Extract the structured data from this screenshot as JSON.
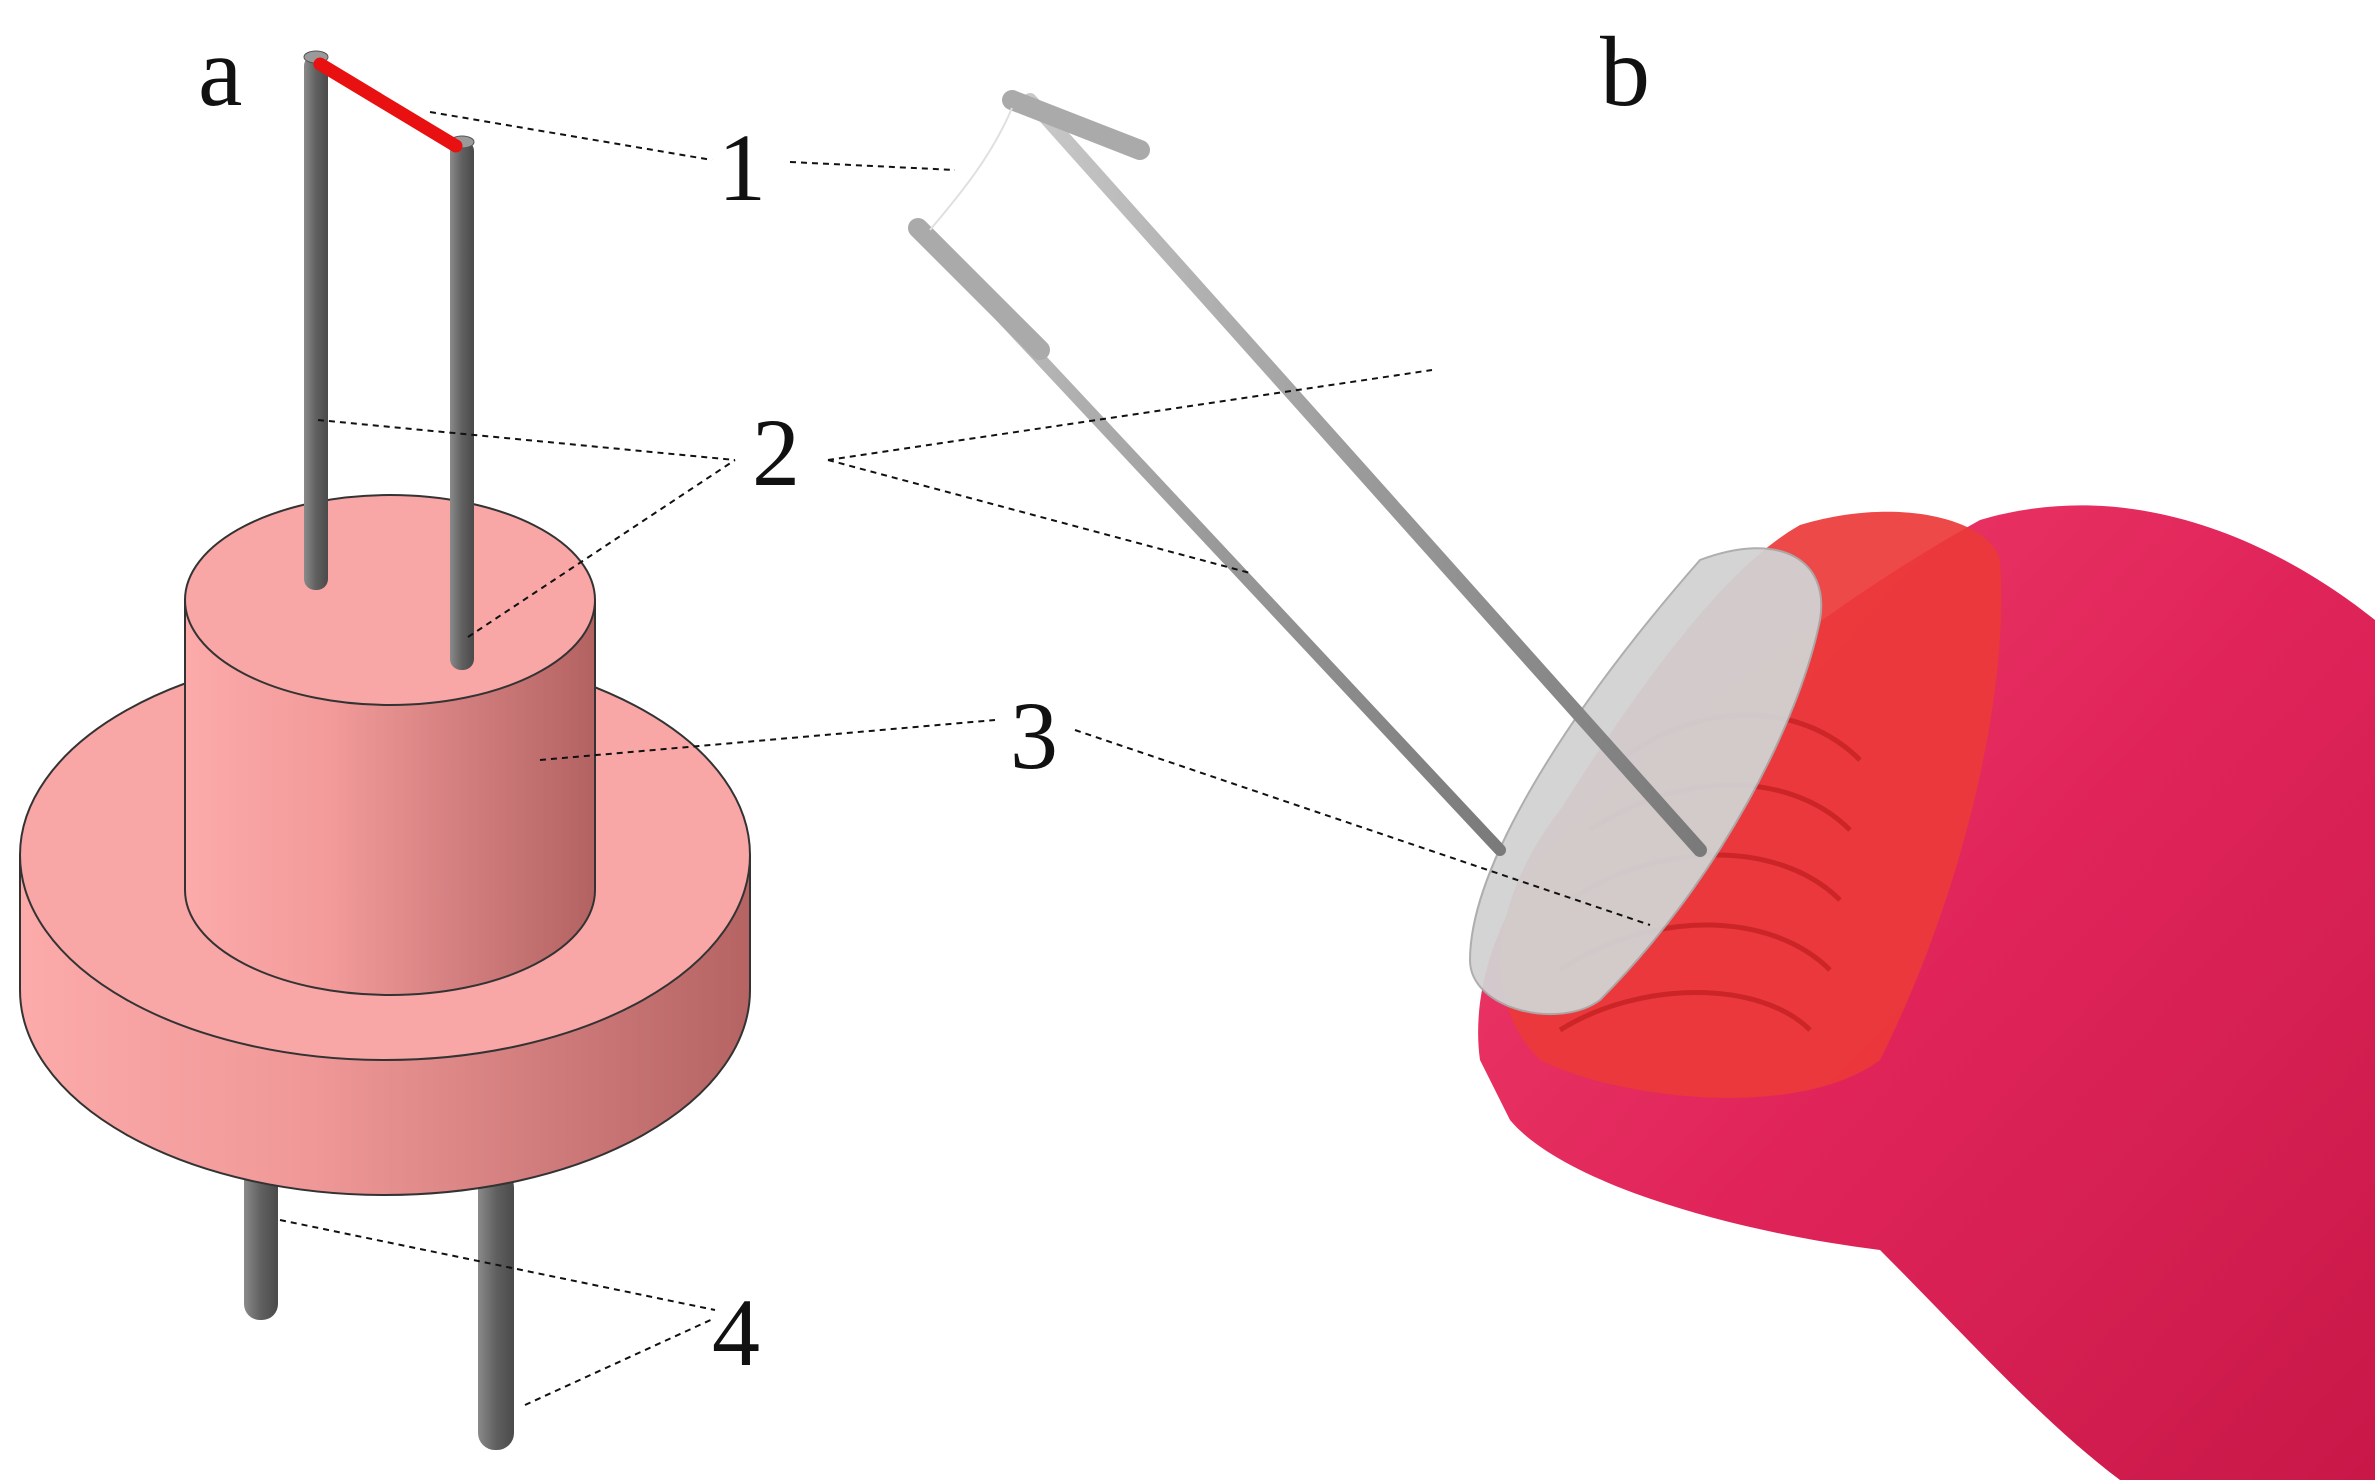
{
  "figure": {
    "panels": [
      {
        "id": "a",
        "label": "a",
        "description": "3D schematic of sensor: heated filament on two pins mounted in stepped pink cylindrical base"
      },
      {
        "id": "b",
        "label": "b",
        "description": "Photograph of fabricated sensor in pink holder"
      }
    ],
    "callouts": [
      {
        "number": "1",
        "part": "filament"
      },
      {
        "number": "2",
        "part": "support pins"
      },
      {
        "number": "3",
        "part": "base / holder"
      },
      {
        "number": "4",
        "part": "lead pins"
      }
    ],
    "colors": {
      "filament": "#e81010",
      "pins": "#6b6b6b",
      "base_light": "#f9a6a6",
      "base_dark": "#b86565",
      "holder_pink": "#e8245c",
      "holder_red": "#e8303a",
      "background": "#ffffff"
    }
  }
}
